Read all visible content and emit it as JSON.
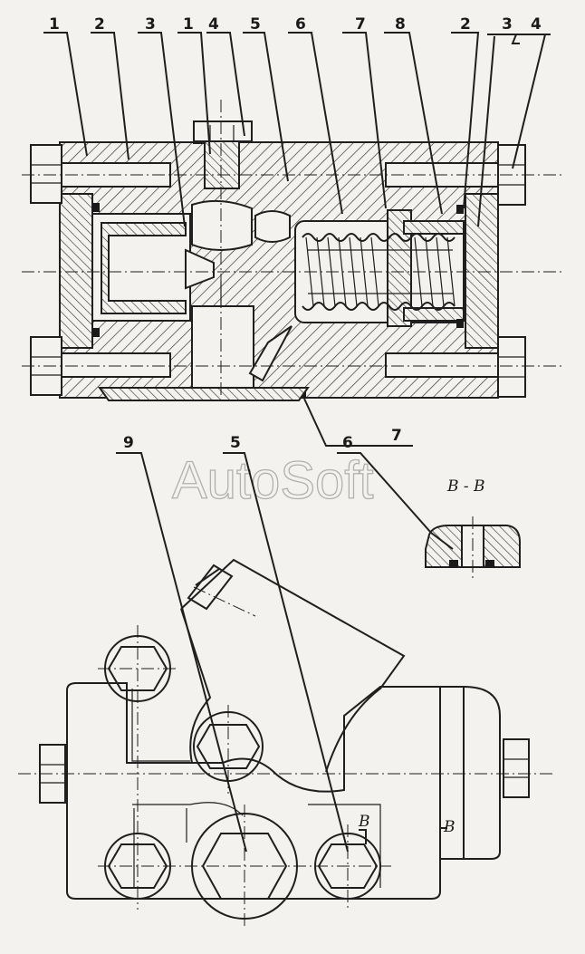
{
  "watermark": "AutoSoft",
  "section_label": "B - B",
  "section_marks": [
    "B",
    "B"
  ],
  "top_callouts": [
    "1",
    "2",
    "3",
    "1",
    "4",
    "5",
    "6",
    "7",
    "8",
    "2",
    "3",
    "4"
  ],
  "mid_callouts": [
    "7",
    "9",
    "5",
    "6"
  ]
}
